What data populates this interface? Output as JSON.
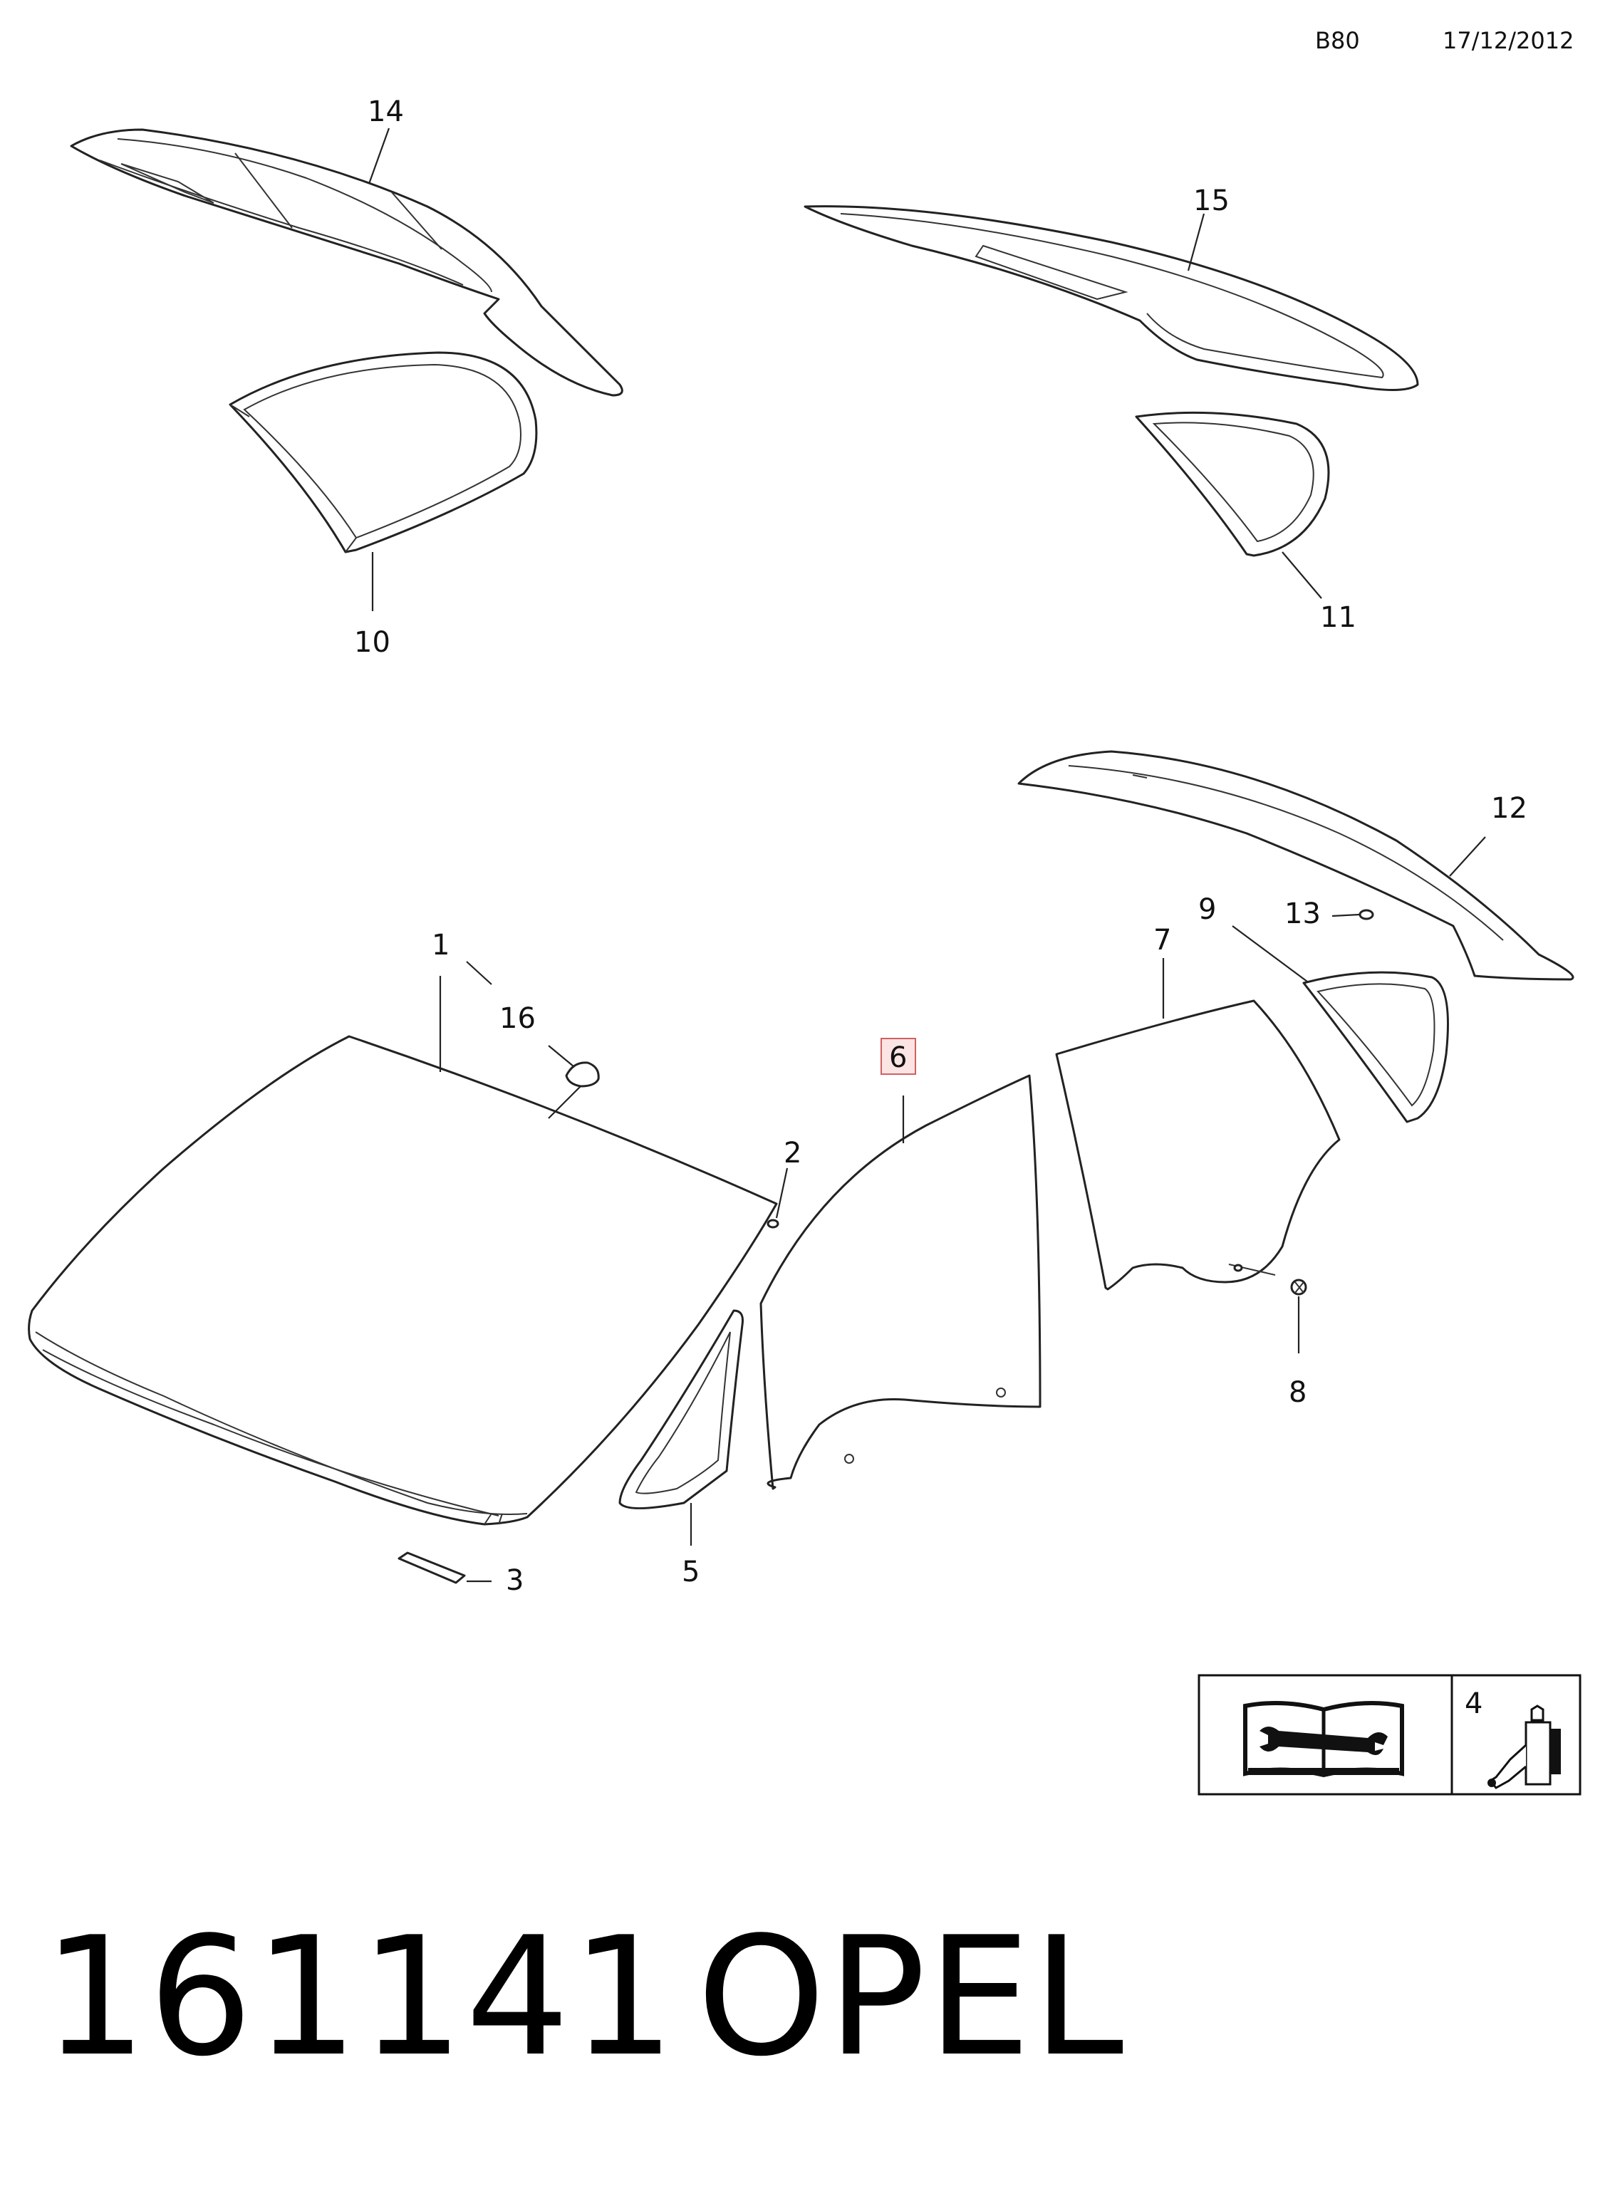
{
  "header": {
    "code": "B80",
    "date": "17/12/2012"
  },
  "callouts": {
    "c1": "1",
    "c2": "2",
    "c3": "3",
    "c4": "4",
    "c5": "5",
    "c6": "6",
    "c7": "7",
    "c8": "8",
    "c9": "9",
    "c10": "10",
    "c11": "11",
    "c12": "12",
    "c13": "13",
    "c14": "14",
    "c15": "15",
    "c16": "16"
  },
  "highlighted_callout": "6",
  "legend": {
    "left_icon": "manual-wrench-icon",
    "right_icon": "adhesive-bottle-icon"
  },
  "footer": {
    "number": "161141",
    "brand": "OPEL"
  },
  "colors": {
    "highlight_fill": "#fde4e4",
    "highlight_stroke": "#d06060"
  }
}
